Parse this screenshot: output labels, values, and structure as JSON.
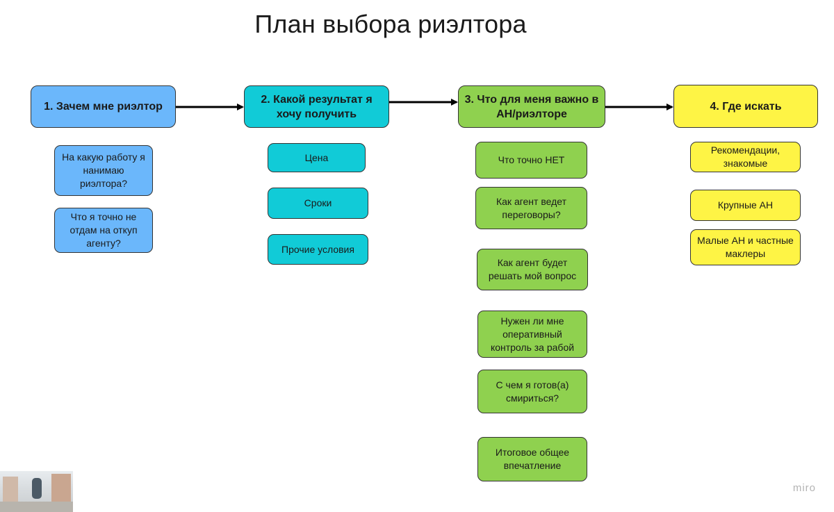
{
  "title": "План выбора риэлтора",
  "colors": {
    "blue": "#6bb7fb",
    "cyan": "#11cbd7",
    "green": "#8fd14f",
    "yellow": "#fef445"
  },
  "columns": [
    {
      "header": "1. Зачем мне риэлтор",
      "color": "#6bb7fb",
      "items": [
        "На какую работу я нанимаю риэлтора?",
        "Что я точно не отдам на откуп агенту?"
      ]
    },
    {
      "header": "2. Какой результат я хочу получить",
      "color": "#11cbd7",
      "items": [
        "Цена",
        "Сроки",
        "Прочие условия"
      ]
    },
    {
      "header": "3. Что для меня важно в АН/риэлторе",
      "color": "#8fd14f",
      "items": [
        "Что точно НЕТ",
        "Как агент ведет переговоры?",
        "Как агент будет решать мой вопрос",
        "Нужен ли мне оперативный контроль за рабой",
        "С чем я готов(а) смириться?",
        "Итоговое общее впечатление"
      ]
    },
    {
      "header": "4. Где искать",
      "color": "#fef445",
      "items": [
        "Рекомендации, знакомые",
        "Крупные АН",
        "Малые АН и частные маклеры"
      ]
    }
  ],
  "watermark": "miro"
}
